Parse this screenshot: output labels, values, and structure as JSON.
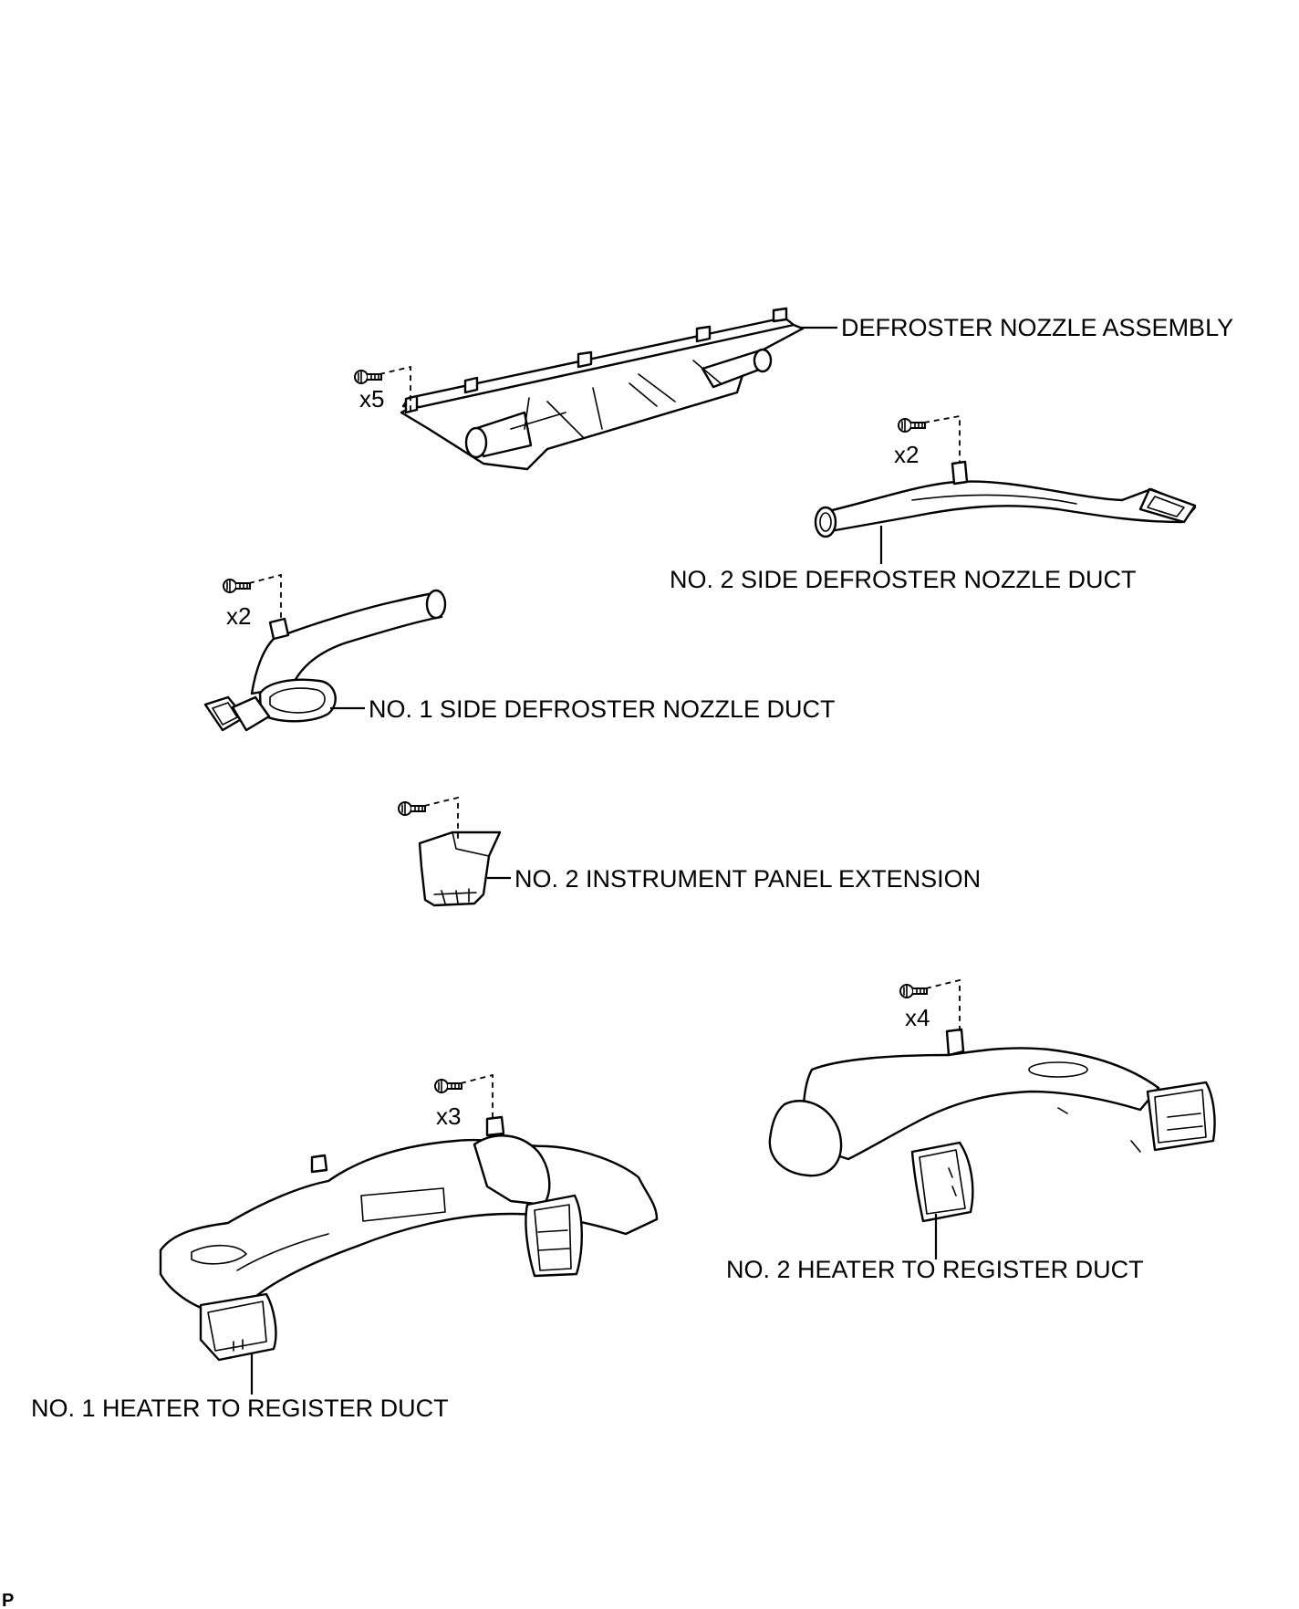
{
  "labels": {
    "defroster_nozzle": "DEFROSTER NOZZLE ASSEMBLY",
    "no2_side_defroster": "NO. 2 SIDE DEFROSTER NOZZLE DUCT",
    "no1_side_defroster": "NO. 1 SIDE DEFROSTER NOZZLE DUCT",
    "no2_instrument_panel": "NO. 2 INSTRUMENT PANEL EXTENSION",
    "no2_heater_duct": "NO. 2 HEATER TO REGISTER DUCT",
    "no1_heater_duct": "NO. 1 HEATER TO REGISTER DUCT"
  },
  "quantities": {
    "defroster_nozzle": "x5",
    "no2_side_defroster": "x2",
    "no1_side_defroster": "x2",
    "no2_heater_duct": "x4",
    "no1_heater_duct": "x3"
  },
  "corner_code": "P",
  "icons": {
    "screw": "screw-icon"
  }
}
